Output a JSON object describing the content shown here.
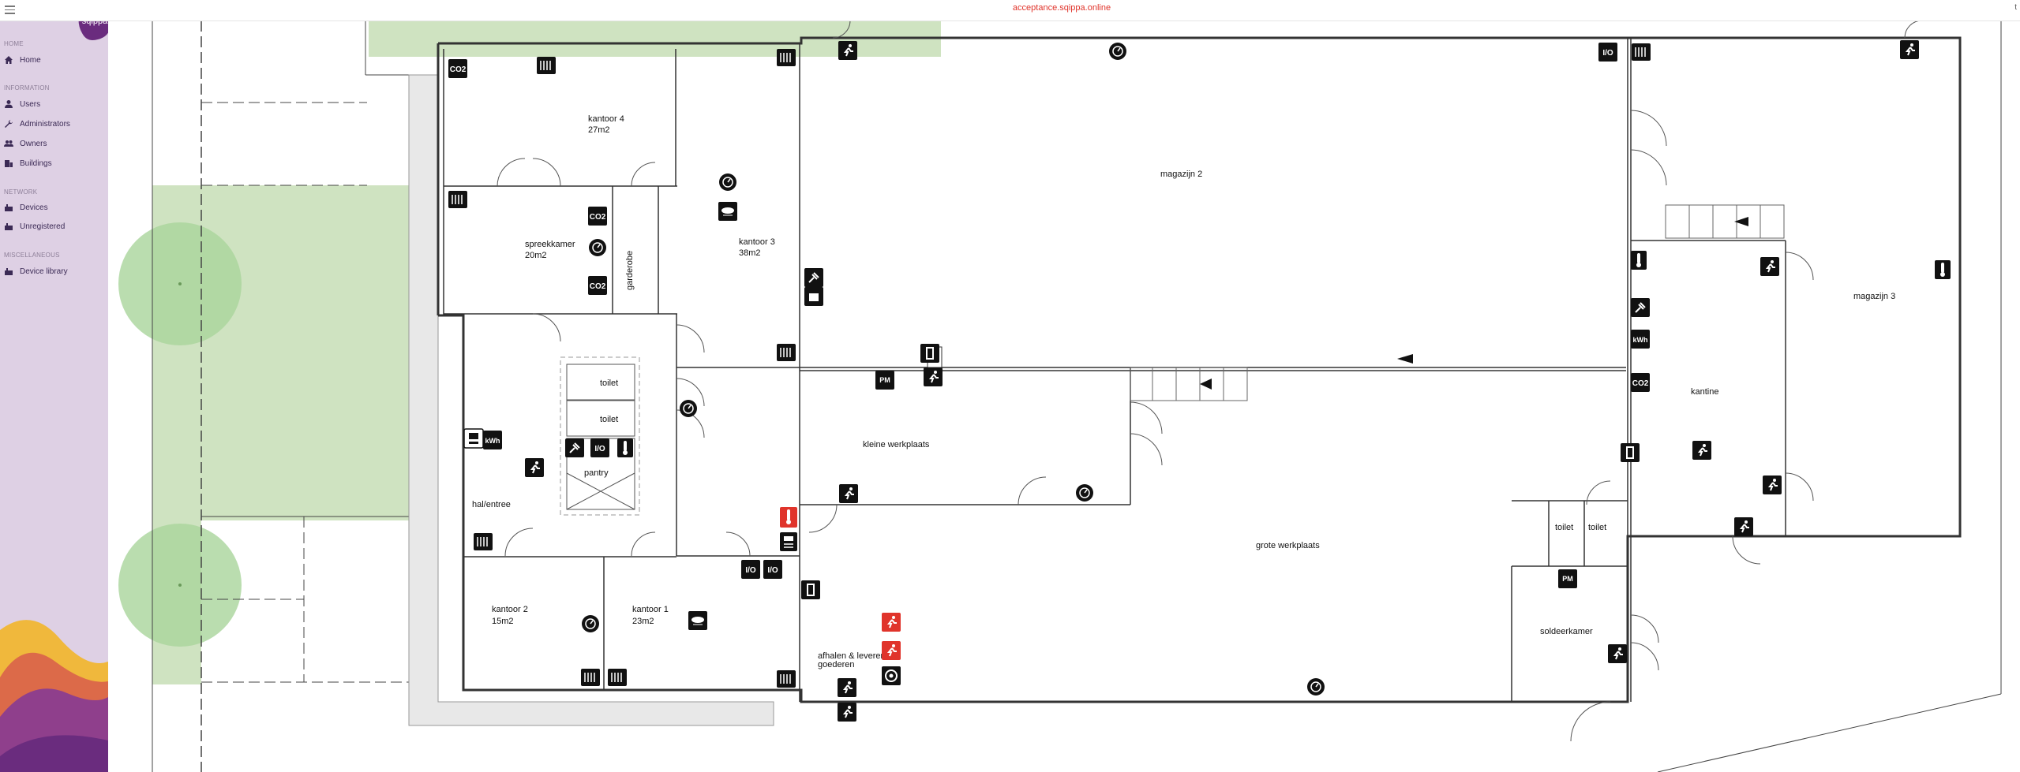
{
  "header": {
    "url": "acceptance.sqippa.online",
    "right_text": "t"
  },
  "brand": {
    "logo_text": "sqippa",
    "colors": {
      "sidebar_bg": "#ded0e4",
      "logo": "#6a2c7e",
      "accent_red": "#e0342b"
    }
  },
  "sidebar": {
    "sections": [
      {
        "title": "HOME",
        "items": [
          {
            "label": "Home",
            "icon": "home-icon"
          }
        ]
      },
      {
        "title": "INFORMATION",
        "items": [
          {
            "label": "Users",
            "icon": "user-icon"
          },
          {
            "label": "Administrators",
            "icon": "wrench-icon"
          },
          {
            "label": "Owners",
            "icon": "users-icon"
          },
          {
            "label": "Buildings",
            "icon": "building-icon"
          }
        ]
      },
      {
        "title": "NETWORK",
        "items": [
          {
            "label": "Devices",
            "icon": "device-icon"
          },
          {
            "label": "Unregistered",
            "icon": "device-icon"
          }
        ]
      },
      {
        "title": "MISCELLANEOUS",
        "items": [
          {
            "label": "Device library",
            "icon": "device-icon"
          }
        ]
      }
    ]
  },
  "floorplan": {
    "rooms": {
      "kantoor4": {
        "name": "kantoor 4",
        "area": "27m2"
      },
      "spreekkamer": {
        "name": "spreekkamer",
        "area": "20m2"
      },
      "kantoor3": {
        "name": "kantoor 3",
        "area": "38m2"
      },
      "garderobe": {
        "name": "garderobe"
      },
      "magazijn2": {
        "name": "magazijn 2"
      },
      "magazijn3": {
        "name": "magazijn 3"
      },
      "kantine": {
        "name": "kantine"
      },
      "toilet1": {
        "name": "toilet"
      },
      "toilet2": {
        "name": "toilet"
      },
      "pantry": {
        "name": "pantry"
      },
      "hal": {
        "name": "hal/entree"
      },
      "kleine": {
        "name": "kleine werkplaats"
      },
      "grote": {
        "name": "grote werkplaats"
      },
      "toilet3": {
        "name": "toilet"
      },
      "toilet4": {
        "name": "toilet"
      },
      "solderkamer": {
        "name": "soldeerkamer"
      },
      "kantoor2": {
        "name": "kantoor 2",
        "area": "15m2"
      },
      "kantoor1": {
        "name": "kantoor 1",
        "area": "23m2"
      },
      "afhalen1": {
        "name": "afhalen & leveren"
      },
      "afhalen2": {
        "name": "goederen"
      }
    },
    "icon_text": {
      "co2": "CO2",
      "io": "I/O",
      "kwh": "kWh",
      "pm": "PM"
    }
  }
}
